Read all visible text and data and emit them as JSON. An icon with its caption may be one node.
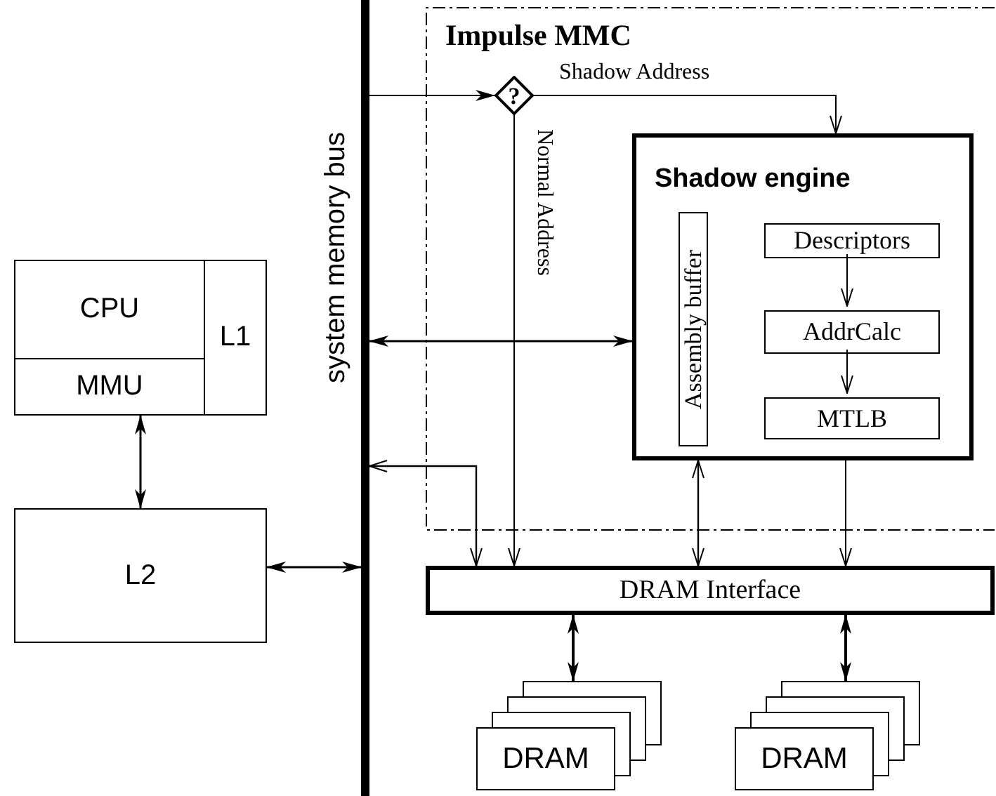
{
  "diagram": {
    "nodes": [
      {
        "text": [
          "CPU"
        ]
      },
      {
        "text": [
          "MMU"
        ]
      },
      {
        "text": [
          "L1"
        ]
      },
      {
        "text": [
          "system memory bus"
        ]
      },
      {
        "text": [
          "Impulse MMC"
        ]
      },
      {
        "text": [
          "?"
        ],
        "in": 4
      },
      {
        "text": [
          "Shadow engine"
        ],
        "in": 4
      },
      {
        "text": [
          "Assembly buffer"
        ],
        "in": 6
      },
      {
        "text": [
          "Descriptors"
        ],
        "in": 6
      },
      {
        "text": [
          "AddrCalc"
        ],
        "in": 6
      },
      {
        "text": [
          "MTLB"
        ],
        "in": 6
      },
      {
        "text": [
          "L2"
        ]
      },
      {
        "text": [
          "DRAM Interface"
        ]
      },
      {
        "text": [
          "DRAM"
        ]
      },
      {
        "text": [
          "DRAM"
        ]
      }
    ],
    "edges": [
      {
        "from": 3,
        "to": 5,
        "arrow": "to"
      },
      {
        "from": 5,
        "to": 6,
        "arrow": "to",
        "label": "Shadow Address"
      },
      {
        "from": 5,
        "to": 12,
        "arrow": "to",
        "label": "Normal Address"
      },
      {
        "from": 3,
        "to": 6,
        "arrow": "both"
      },
      {
        "from": 3,
        "to": 12,
        "arrow": "both"
      },
      {
        "from": 6,
        "to": 12,
        "arrow": "both"
      },
      {
        "from": 6,
        "to": 12,
        "arrow": "to"
      },
      {
        "from": 8,
        "to": 9,
        "arrow": "to"
      },
      {
        "from": 9,
        "to": 10,
        "arrow": "to"
      },
      {
        "from": 1,
        "to": 11,
        "arrow": "both"
      },
      {
        "from": 11,
        "to": 3,
        "arrow": "both"
      },
      {
        "from": 12,
        "to": 13,
        "arrow": "both"
      },
      {
        "from": 12,
        "to": 14,
        "arrow": "both"
      }
    ]
  }
}
